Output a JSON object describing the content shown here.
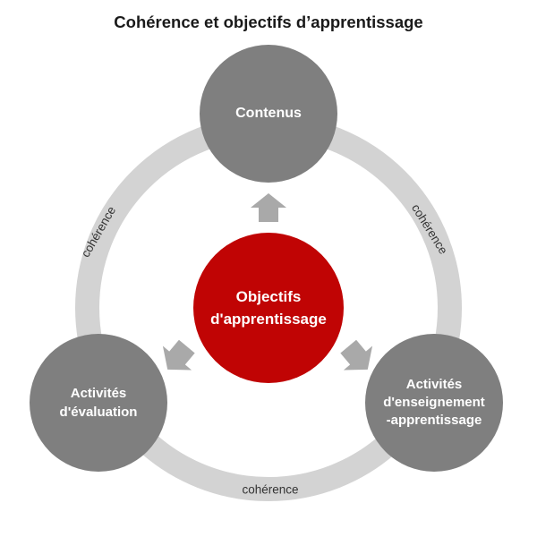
{
  "title": "Cohérence et objectifs d’apprentissage",
  "diagram": {
    "center_node": {
      "id": "objectifs-apprentissage",
      "lines": [
        "Objectifs",
        "d'apprentissage"
      ]
    },
    "nodes": [
      {
        "id": "contenus",
        "lines": [
          "Contenus"
        ]
      },
      {
        "id": "activites-evaluation",
        "lines": [
          "Activités",
          "d'évaluation"
        ]
      },
      {
        "id": "activites-enseignement-apprentissage",
        "lines": [
          "Activités",
          "d'enseignement",
          "-apprentissage"
        ]
      }
    ],
    "ring_labels": {
      "left": "cohérence",
      "right": "cohérence",
      "bottom": "cohérence"
    },
    "arrows": [
      "up",
      "down-left",
      "down-right"
    ]
  },
  "colors": {
    "bg": "#ffffff",
    "title-color": "#1a1a1a",
    "node-gray": "#7f7f7f",
    "ring-color": "#d3d3d3",
    "arrow-color": "#a9a9a9",
    "accent-red": "#c00404",
    "node-text": "#ffffff",
    "ring-label-color": "#333333"
  }
}
